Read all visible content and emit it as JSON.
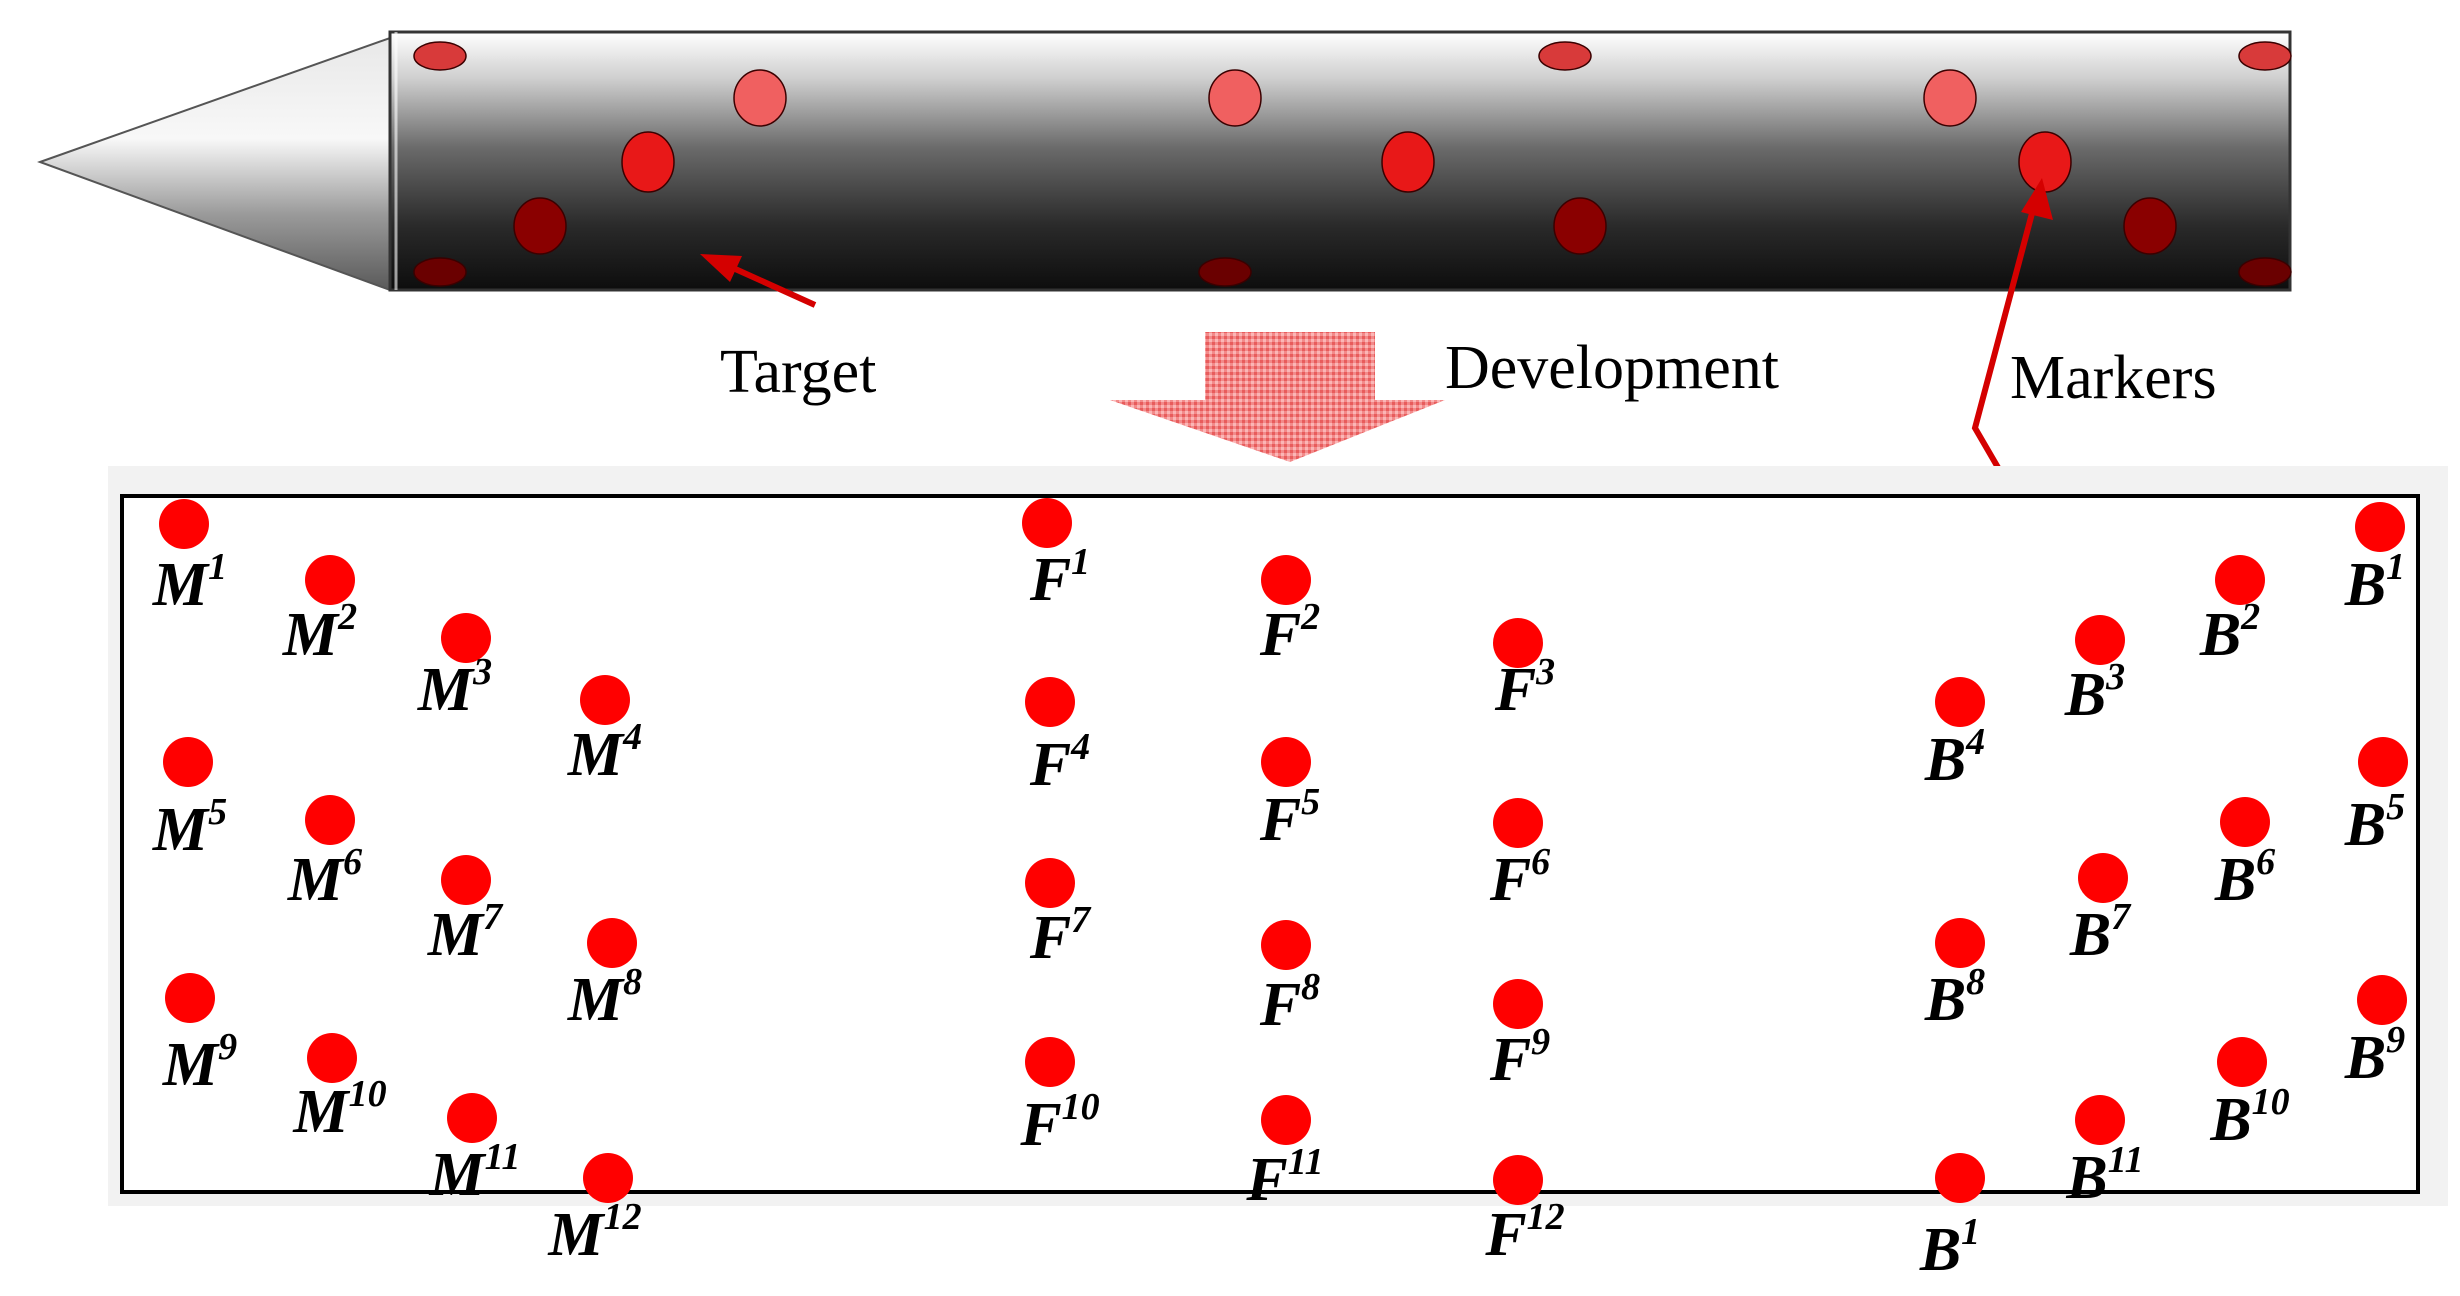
{
  "labels": {
    "target": "Target",
    "development": "Development",
    "markers": "Markers"
  },
  "colors": {
    "marker": "#ff0000",
    "arrow": "#d40000",
    "development_arrow": "#f07878",
    "panel_border": "#000000",
    "projectile_body": "#4a4a4a"
  },
  "marker_labels": {
    "M": [
      {
        "letter": "M",
        "sup": "1"
      },
      {
        "letter": "M",
        "sup": "2"
      },
      {
        "letter": "M",
        "sup": "3"
      },
      {
        "letter": "M",
        "sup": "4"
      },
      {
        "letter": "M",
        "sup": "5"
      },
      {
        "letter": "M",
        "sup": "6"
      },
      {
        "letter": "M",
        "sup": "7"
      },
      {
        "letter": "M",
        "sup": "8"
      },
      {
        "letter": "M",
        "sup": "9"
      },
      {
        "letter": "M",
        "sup": "10"
      },
      {
        "letter": "M",
        "sup": "11"
      },
      {
        "letter": "M",
        "sup": "12"
      }
    ],
    "F": [
      {
        "letter": "F",
        "sup": "1"
      },
      {
        "letter": "F",
        "sup": "2"
      },
      {
        "letter": "F",
        "sup": "3"
      },
      {
        "letter": "F",
        "sup": "4"
      },
      {
        "letter": "F",
        "sup": "5"
      },
      {
        "letter": "F",
        "sup": "6"
      },
      {
        "letter": "F",
        "sup": "7"
      },
      {
        "letter": "F",
        "sup": "8"
      },
      {
        "letter": "F",
        "sup": "9"
      },
      {
        "letter": "F",
        "sup": "10"
      },
      {
        "letter": "F",
        "sup": "11"
      },
      {
        "letter": "F",
        "sup": "12"
      }
    ],
    "B": [
      {
        "letter": "B",
        "sup": "1"
      },
      {
        "letter": "B",
        "sup": "2"
      },
      {
        "letter": "B",
        "sup": "3"
      },
      {
        "letter": "B",
        "sup": "4"
      },
      {
        "letter": "B",
        "sup": "5"
      },
      {
        "letter": "B",
        "sup": "6"
      },
      {
        "letter": "B",
        "sup": "7"
      },
      {
        "letter": "B",
        "sup": "8"
      },
      {
        "letter": "B",
        "sup": "9"
      },
      {
        "letter": "B",
        "sup": "10"
      },
      {
        "letter": "B",
        "sup": "11"
      },
      {
        "letter": "B",
        "sup": "1"
      }
    ]
  }
}
